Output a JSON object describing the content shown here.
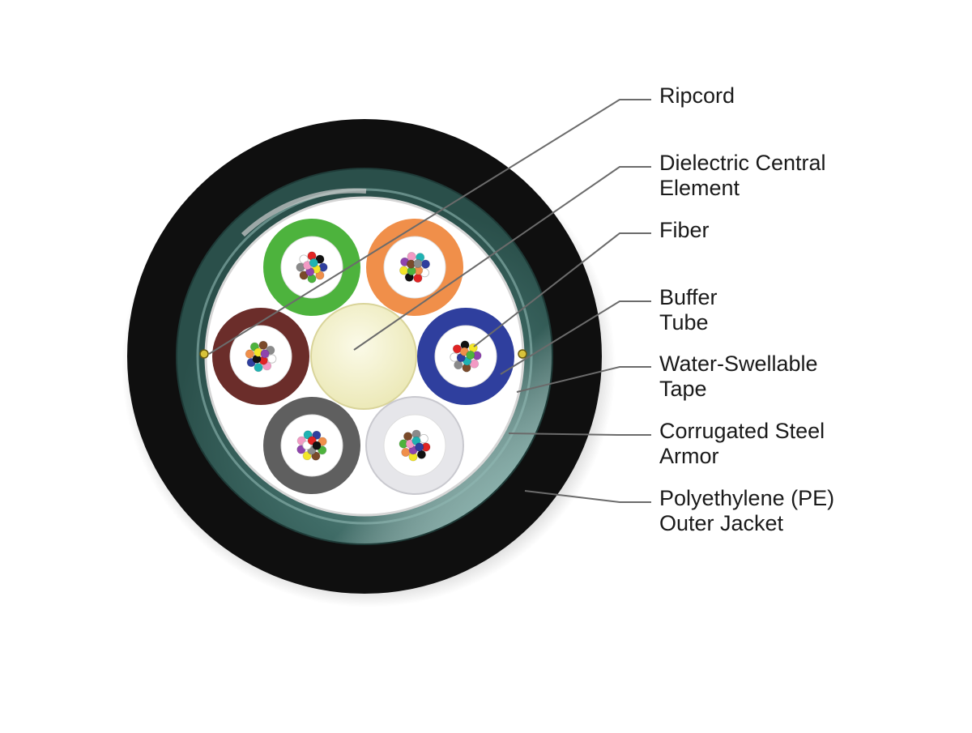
{
  "callouts": [
    {
      "key": "ripcord",
      "lines": [
        "Ripcord"
      ]
    },
    {
      "key": "dielectric-central-element",
      "lines": [
        "Dielectric Central",
        "Element"
      ]
    },
    {
      "key": "fiber",
      "lines": [
        "Fiber"
      ]
    },
    {
      "key": "buffer-tube",
      "lines": [
        "Buffer",
        "Tube"
      ]
    },
    {
      "key": "water-swellable-tape",
      "lines": [
        "Water-Swellable",
        "Tape"
      ]
    },
    {
      "key": "corrugated-steel-armor",
      "lines": [
        "Corrugated Steel",
        "Armor"
      ]
    },
    {
      "key": "polyethylene-outer-jacket",
      "lines": [
        "Polyethylene (PE)",
        "Outer Jacket"
      ]
    }
  ],
  "colors": {
    "outer_jacket": "#0f0f0f",
    "armor": "#2f5a55",
    "armor_highlight": "#6f9a95",
    "tape": "#ffffff",
    "central_element": "#f6f4d2",
    "leader_line": "#6b6b6b",
    "buffer_tubes": [
      "#4db33d",
      "#f08f4a",
      "#6b2d2a",
      "#2f3f9e",
      "#5f5f5f",
      "#e6e6ea"
    ],
    "fibers": [
      "#2f3f9e",
      "#f08f4a",
      "#4db33d",
      "#7a4a2a",
      "#8a8a8a",
      "#ffffff",
      "#e02424",
      "#111111",
      "#f3e628",
      "#8e44ad",
      "#f29ac4",
      "#1fb3b3"
    ]
  }
}
